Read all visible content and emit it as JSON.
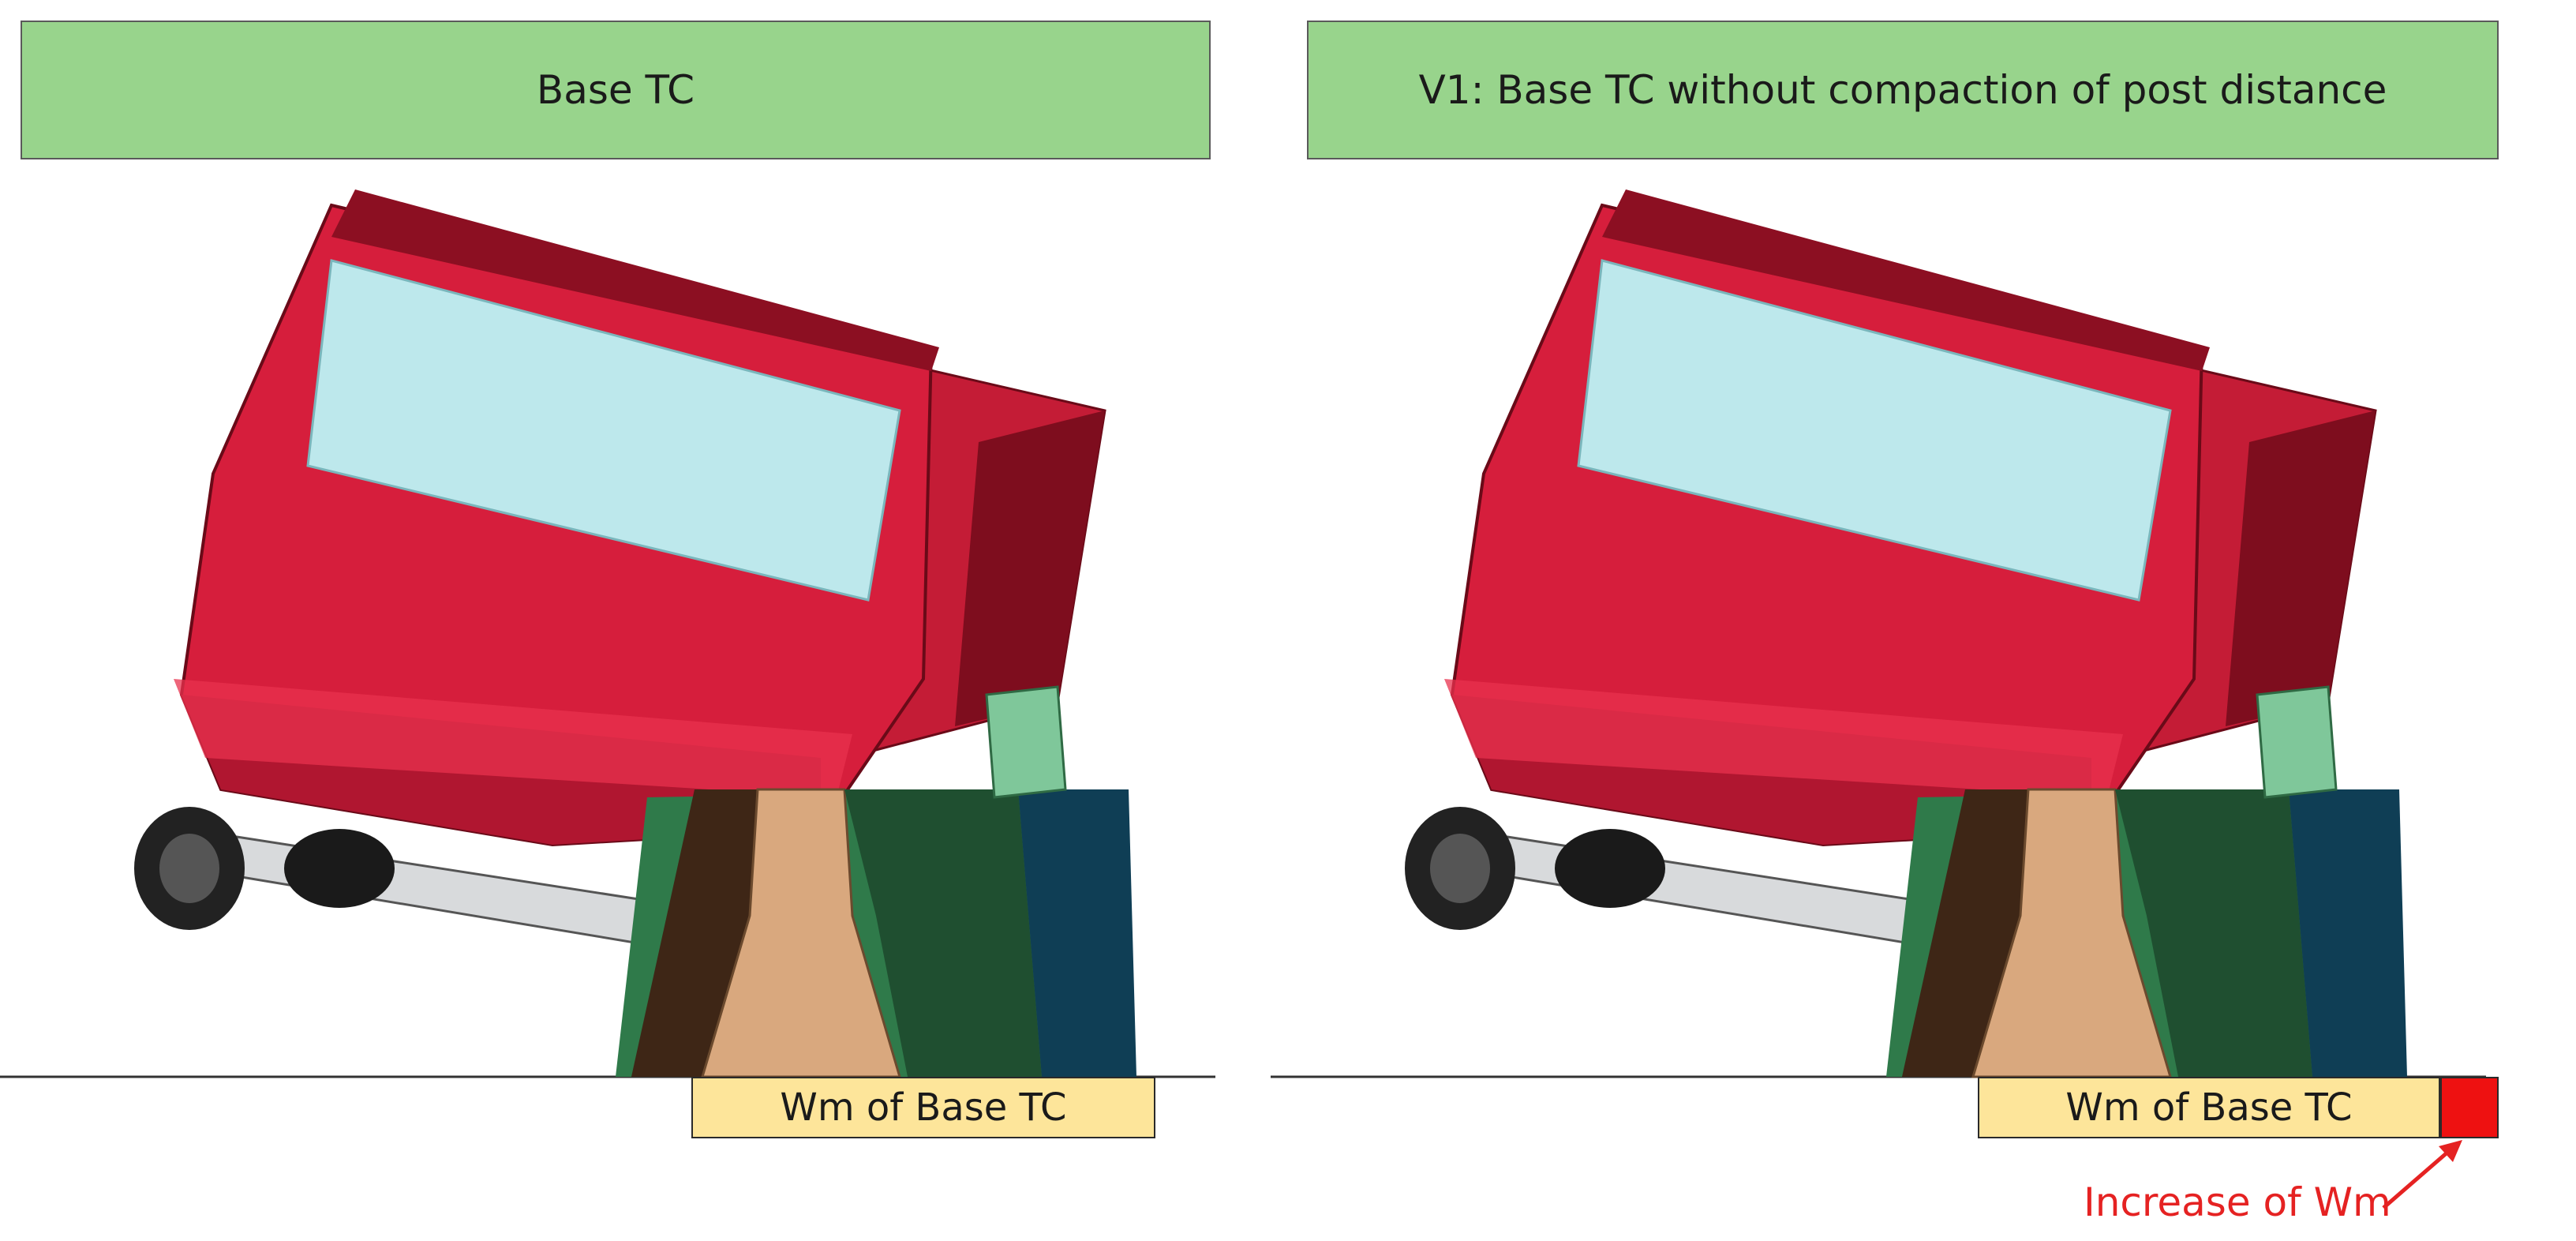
{
  "panels": [
    {
      "title": "Base TC",
      "wm_label": "Wm of Base TC"
    },
    {
      "title": "V1: Base TC without compaction of post distance",
      "wm_label": "Wm of Base TC"
    }
  ],
  "annotation": {
    "increase_label": "Increase of Wm"
  },
  "colors": {
    "title_bg": "#98d48c",
    "wm_bg": "#fde59a",
    "increase_red": "#ee1111",
    "truck_red": "#d61e3c",
    "glass": "#bde8ec",
    "barrier_tan": "#d9a87e",
    "barrier_green": "#1f4f30",
    "barrier_blue": "#0f3e55"
  }
}
